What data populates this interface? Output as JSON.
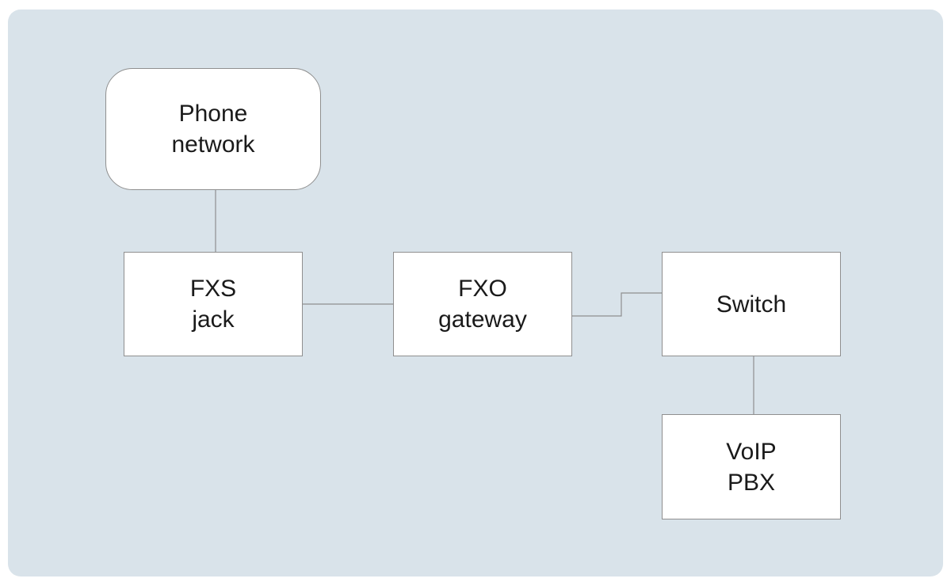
{
  "colors": {
    "background": "#d9e3ea",
    "node_fill": "#ffffff",
    "node_border": "#8f8f8f",
    "connector": "#8f8f8f",
    "text": "#1a1a1a"
  },
  "nodes": {
    "phone_network": {
      "label": "Phone\nnetwork",
      "shape": "rounded-rectangle"
    },
    "fxs_jack": {
      "label": "FXS\njack",
      "shape": "rectangle"
    },
    "fxo_gateway": {
      "label": "FXO\ngateway",
      "shape": "rectangle"
    },
    "switch": {
      "label": "Switch",
      "shape": "rectangle"
    },
    "voip_pbx": {
      "label": "VoIP\nPBX",
      "shape": "rectangle"
    }
  },
  "edges": [
    {
      "from": "phone_network",
      "to": "fxs_jack"
    },
    {
      "from": "fxs_jack",
      "to": "fxo_gateway"
    },
    {
      "from": "fxo_gateway",
      "to": "switch"
    },
    {
      "from": "switch",
      "to": "voip_pbx"
    }
  ]
}
